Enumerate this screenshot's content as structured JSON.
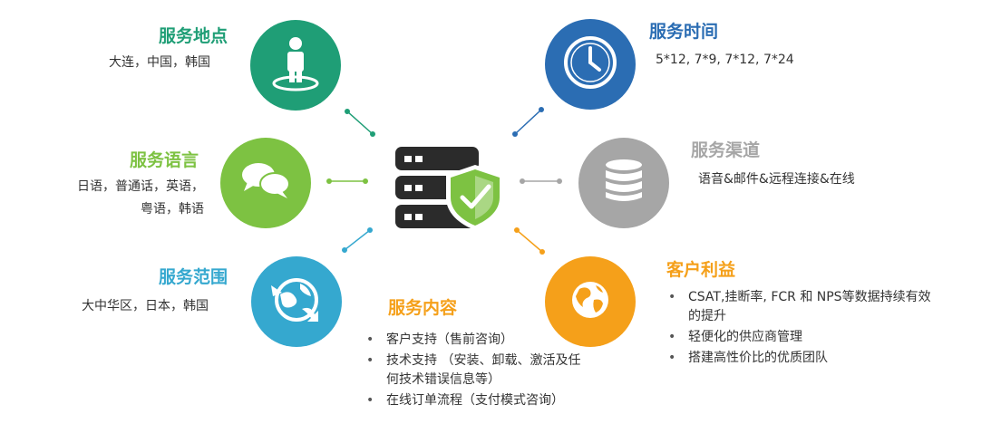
{
  "colors": {
    "green_dark": "#1f9e76",
    "green_light": "#7dc242",
    "teal": "#35a8cf",
    "blue": "#2b6db3",
    "gray": "#a6a6a6",
    "orange": "#f5a01a",
    "server": "#2b2b2b"
  },
  "location": {
    "title": "服务地点",
    "desc": "大连，中国，韩国",
    "icon": "person-pin-icon"
  },
  "language": {
    "title": "服务语言",
    "desc_line1": "日语，普通话，英语，",
    "desc_line2": "粤语，韩语",
    "icon": "chat-bubbles-icon"
  },
  "scope": {
    "title": "服务范围",
    "desc": "大中华区，日本，韩国",
    "icon": "globe-arrows-icon"
  },
  "time": {
    "title": "服务时间",
    "desc": "5*12, 7*9, 7*12, 7*24",
    "icon": "clock-icon"
  },
  "channel": {
    "title": "服务渠道",
    "desc": "语音&邮件&远程连接&在线",
    "icon": "database-icon"
  },
  "benefit": {
    "title": "客户利益",
    "items": [
      "CSAT,挂断率, FCR 和 NPS等数据持续有效的提升",
      "轻便化的供应商管理",
      "搭建高性价比的优质团队"
    ],
    "icon": "earth-icon"
  },
  "content": {
    "title": "服务内容",
    "items": [
      "客户支持（售前咨询）",
      "技术支持 （安装、卸载、激活及任何技术错误信息等）",
      "在线订单流程（支付模式咨询）"
    ]
  },
  "center": {
    "icon": "server-shield-icon"
  }
}
